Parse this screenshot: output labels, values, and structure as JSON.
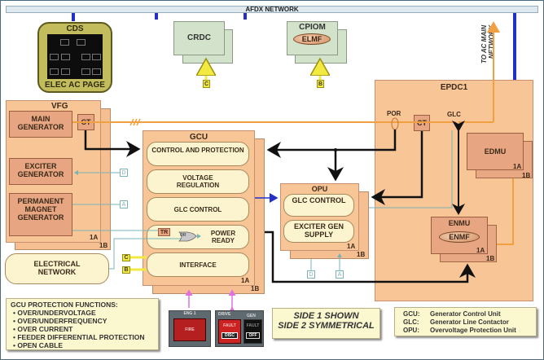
{
  "network": {
    "label": "AFDX NETWORK"
  },
  "cds": {
    "title": "CDS",
    "page_label": "ELEC AC PAGE"
  },
  "crdc": {
    "title": "CRDC",
    "input_tag": "C"
  },
  "cpiom": {
    "title": "CPIOM",
    "function": "ELMF",
    "input_tag": "B"
  },
  "to_ac_main": {
    "line1": "TO AC MAIN",
    "line2": "NETWORK"
  },
  "vfg": {
    "title": "VFG",
    "main_generator": "MAIN GENERATOR",
    "ct": "CT",
    "exciter_generator": "EXCITER GENERATOR",
    "pmg": "PERMANENT MAGNET GENERATOR",
    "side_a": "1A",
    "side_b": "1B",
    "tag_d": "D",
    "tag_a": "A"
  },
  "gcu": {
    "title": "GCU",
    "blocks": [
      "CONTROL AND PROTECTION",
      "VOLTAGE REGULATION",
      "GLC CONTROL",
      "POWER READY",
      "INTERFACE"
    ],
    "tr": "TR",
    "or": "OR",
    "side_a": "1A",
    "side_b": "1B",
    "tag_c": "C",
    "tag_b": "B"
  },
  "opu": {
    "title": "OPU",
    "blocks": [
      "GLC CONTROL",
      "EXCITER GEN SUPPLY"
    ],
    "side_a": "1A",
    "side_b": "1B",
    "tag_d": "D",
    "tag_a": "A"
  },
  "epdc": {
    "title": "EPDC1",
    "por": "POR",
    "ct": "CT",
    "glc": "GLC",
    "edmu": {
      "title": "EDMU",
      "side_a": "1A",
      "side_b": "1B"
    },
    "enmu": {
      "title": "ENMU",
      "function": "ENMF",
      "side_a": "1A",
      "side_b": "1B"
    }
  },
  "electrical_network": "ELECTRICAL NETWORK",
  "panel": {
    "eng_label": "ENG 1",
    "eng_button": "FIRE",
    "drive_label": "DRIVE",
    "gen_label": "GEN",
    "drive_fault": "FAULT",
    "drive_disc": "DISC",
    "gen_fault": "FAULT",
    "gen_off": "OFF"
  },
  "protection_note": {
    "title": "GCU PROTECTION FUNCTIONS:",
    "items": [
      "OVER/UNDERVOLTAGE",
      "OVER/UNDERFREQUENCY",
      "OVER CURRENT",
      "FEEDER DIFFERENTIAL PROTECTION",
      "OPEN CABLE"
    ]
  },
  "side_note": {
    "line1": "SIDE 1 SHOWN",
    "line2": "SIDE 2 SYMMETRICAL"
  },
  "legend": [
    {
      "abbr": "GCU:",
      "meaning": "Generator Control Unit"
    },
    {
      "abbr": "GLC:",
      "meaning": "Generator Line Contactor"
    },
    {
      "abbr": "OPU:",
      "meaning": "Overvoltage Protection Unit"
    }
  ],
  "colors": {
    "bus": "#2230c8",
    "power_line": "#f0a040",
    "control_line": "#111111",
    "discrete_line": "#7ab3b7",
    "pink_line": "#e070e0"
  }
}
